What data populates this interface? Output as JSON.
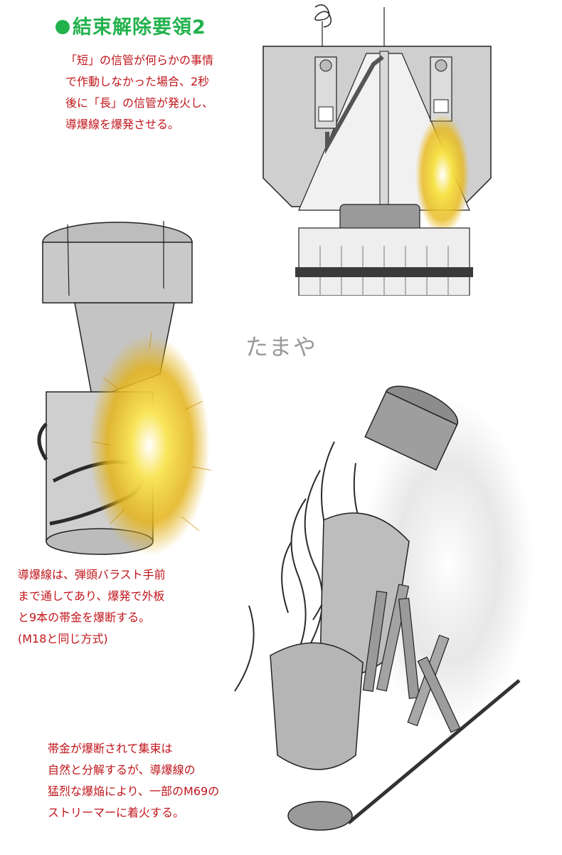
{
  "title": "結束解除要領2",
  "watermark": "たまや",
  "notes": {
    "short_fuse": [
      "「短」の信管が何らかの事情",
      "で作動しなかった場合、2秒",
      "後に「長」の信管が発火し、",
      "導爆線を爆発させる。"
    ],
    "det_cord": [
      "導爆線は、弾頭バラスト手前",
      "まで通してあり、爆発で外板",
      "と9本の帯金を爆断する。",
      "(M18と同じ方式)"
    ],
    "bands_cut": [
      "帯金が爆断されて集束は",
      "自然と分解するが、導爆線の",
      "猛烈な爆焔により、一部のM69の",
      "ストリーマーに着火する。"
    ]
  },
  "colors": {
    "title": "#22b24c",
    "notes": "#c0151b",
    "metal": "#c8c8c8",
    "flame": "#f2d21a",
    "band": "#3a3a3a"
  }
}
